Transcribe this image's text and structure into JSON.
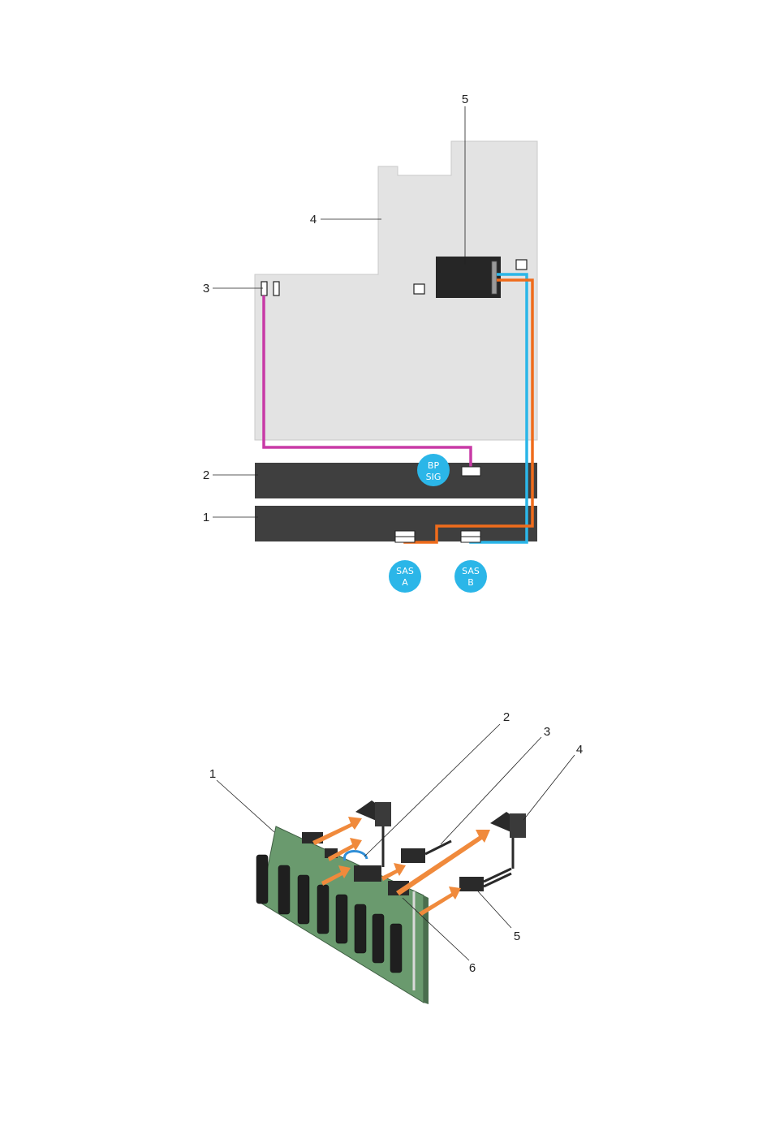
{
  "colors": {
    "board": "#e3e3e3",
    "backplane": "#3f3f3f",
    "signal_cable": "#c83aa6",
    "sas_a_cable": "#ef6c1c",
    "sas_b_cable": "#2bb6e8",
    "bubble": "#2bb6e8",
    "pcb_green": "#6a9a6e",
    "arrow": "#f08a3c"
  },
  "top_diagram": {
    "callouts": {
      "c1": "1",
      "c2": "2",
      "c3": "3",
      "c4": "4",
      "c5": "5"
    },
    "connectors": {
      "bp_sig": [
        "BP",
        "SIG"
      ],
      "sas_a": [
        "SAS",
        "A"
      ],
      "sas_b": [
        "SAS",
        "B"
      ]
    }
  },
  "bottom_diagram": {
    "callouts": {
      "c1": "1",
      "c2": "2",
      "c3": "3",
      "c4": "4",
      "c5": "5",
      "c6": "6"
    }
  }
}
